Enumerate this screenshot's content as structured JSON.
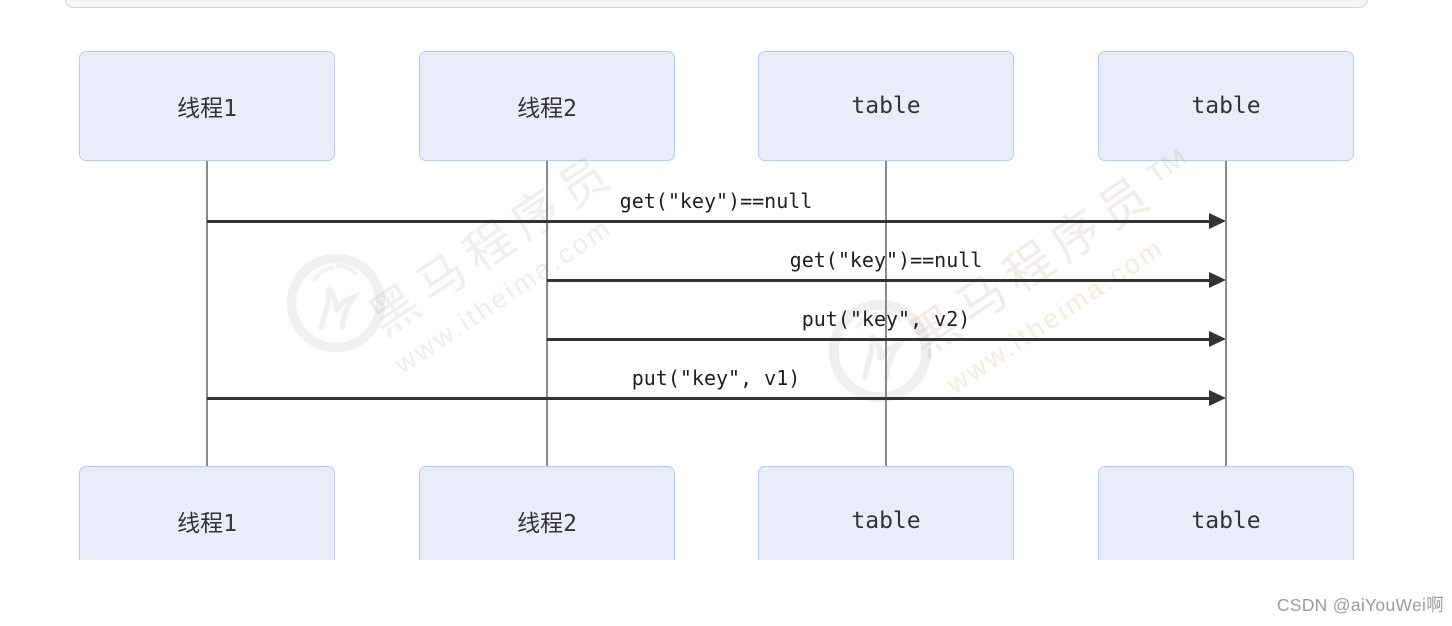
{
  "page": {
    "attribution": "CSDN @aiYouWei啊"
  },
  "diagram": {
    "type": "sequence-diagram",
    "participants": [
      {
        "id": "thread1",
        "label": "线程1"
      },
      {
        "id": "thread2",
        "label": "线程2"
      },
      {
        "id": "table1",
        "label": "table"
      },
      {
        "id": "table2",
        "label": "table"
      }
    ],
    "messages": [
      {
        "from": "thread1",
        "to": "table2",
        "label": "get(\"key\")==null"
      },
      {
        "from": "thread2",
        "to": "table2",
        "label": "get(\"key\")==null"
      },
      {
        "from": "thread2",
        "to": "table2",
        "label": "put(\"key\", v2)"
      },
      {
        "from": "thread1",
        "to": "table2",
        "label": "put(\"key\", v1)"
      }
    ]
  },
  "watermark": {
    "brand": "黑马程序员",
    "brand_tm": "黑马程序员™",
    "url": "www.itheima.com"
  },
  "colors": {
    "participant_fill": "#E9EDFA",
    "participant_border": "#B9CBED",
    "participant_text": "#333333",
    "lifeline": "#8A8A8A",
    "arrow": "#333333",
    "message_text": "#1F1F1F",
    "top_bar_fill": "#F6F6F6",
    "top_bar_border": "#D2D2D2",
    "attribution_text": "#9C9C9C"
  }
}
